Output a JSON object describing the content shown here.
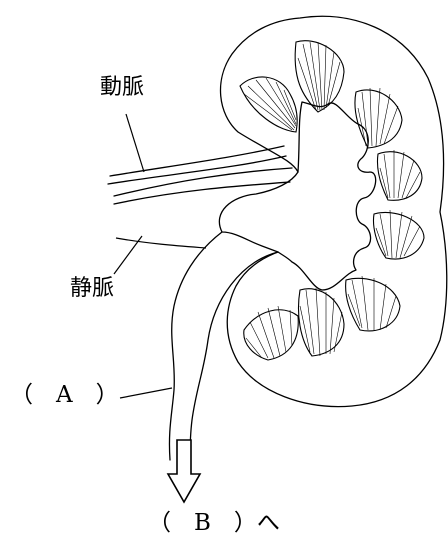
{
  "labels": {
    "artery": "動脈",
    "vein": "静脈",
    "blank_a": "（　A　）",
    "blank_b": "（　B　）へ"
  },
  "icons": [
    "kidney-diagram",
    "down-arrow-icon"
  ],
  "colors": {
    "ink": "#000000",
    "paper": "#ffffff"
  }
}
